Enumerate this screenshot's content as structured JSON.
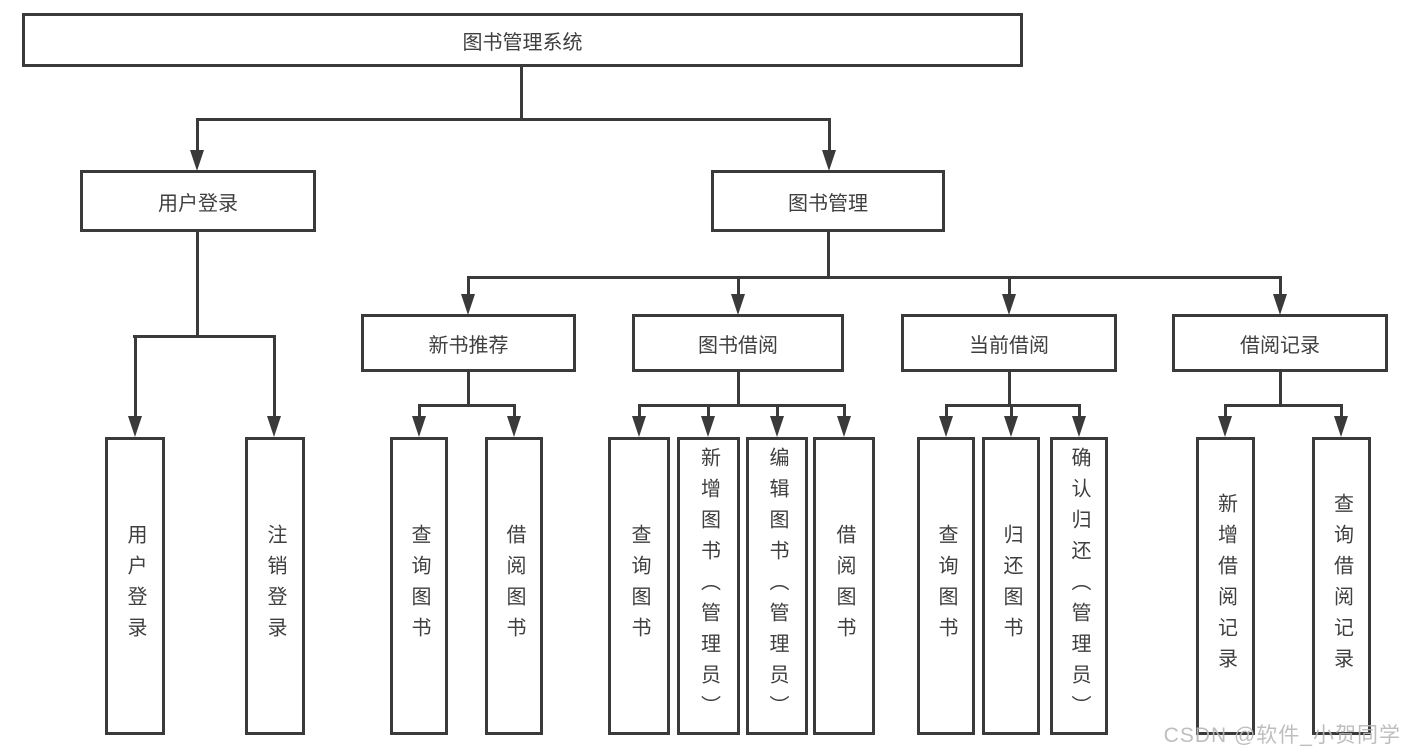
{
  "colors": {
    "line": "#3a3a3a",
    "text": "#3f3f3f",
    "background": "#ffffff",
    "watermark_text": "#b8b8b8"
  },
  "watermark": {
    "text": "CSDN @软件_小贺同学"
  },
  "tree": {
    "root": {
      "label": "图书管理系统"
    },
    "branches": [
      {
        "label": "用户登录",
        "children": [
          {
            "label": "用户登录"
          },
          {
            "label": "注销登录"
          }
        ]
      },
      {
        "label": "图书管理",
        "children": [
          {
            "label": "新书推荐",
            "children": [
              {
                "label": "查询图书"
              },
              {
                "label": "借阅图书"
              }
            ]
          },
          {
            "label": "图书借阅",
            "children": [
              {
                "label": "查询图书"
              },
              {
                "label": "新增图书（管理员）"
              },
              {
                "label": "编辑图书（管理员）"
              },
              {
                "label": "借阅图书"
              }
            ]
          },
          {
            "label": "当前借阅",
            "children": [
              {
                "label": "查询图书"
              },
              {
                "label": "归还图书"
              },
              {
                "label": "确认归还（管理员）"
              }
            ]
          },
          {
            "label": "借阅记录",
            "children": [
              {
                "label": "新增借阅记录"
              },
              {
                "label": "查询借阅记录"
              }
            ]
          }
        ]
      }
    ]
  }
}
